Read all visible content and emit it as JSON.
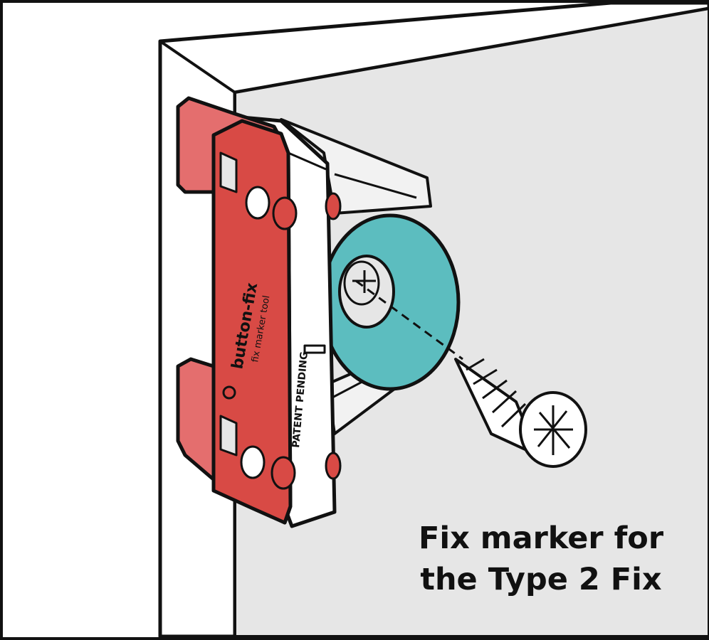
{
  "caption": {
    "line1": "Fix marker for",
    "line2": "the Type 2 Fix"
  },
  "marker_text": {
    "brand": "button-fix",
    "subtitle": "fix marker tool",
    "patent": "PATENT PENDING"
  },
  "colors": {
    "marker_red": "#E46E6E",
    "marker_red_dark": "#D84A45",
    "washer_teal": "#5CBDBF",
    "wall_gray": "#E6E6E6",
    "outline": "#111111"
  },
  "icons": {
    "screw": "screw-icon",
    "washer": "washer-icon",
    "marker": "fix-marker-icon"
  }
}
